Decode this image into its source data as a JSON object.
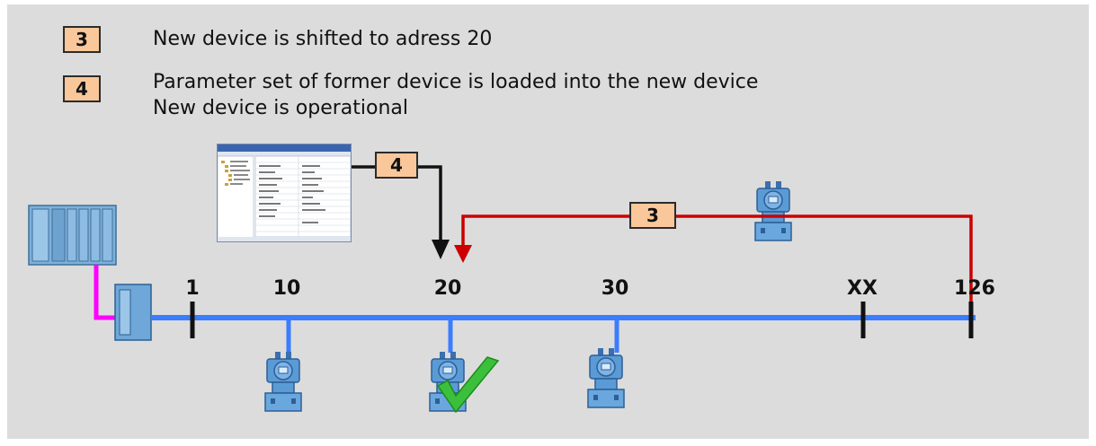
{
  "steps": [
    {
      "number": "3",
      "lines": [
        "New device is shifted to adress 20"
      ]
    },
    {
      "number": "4",
      "lines": [
        "Parameter set of former device is loaded into the new device",
        "New device is operational"
      ]
    }
  ],
  "addresses": [
    "1",
    "10",
    "20",
    "30",
    "XX",
    "126"
  ],
  "flow_badges": {
    "parameter_load": "4",
    "device_shift": "3"
  },
  "colors": {
    "bus": "#3a7dff",
    "plc_link": "#ff00ff",
    "shift_line": "#cc0000",
    "load_line": "#111111",
    "badge_fill": "#f9c79a",
    "device_body": "#5b9bd5",
    "checkmark": "#3cc03c"
  },
  "icons": [
    "plc-rack-icon",
    "bus-coupler-icon",
    "field-device-icon",
    "checkmark-icon",
    "software-window-icon"
  ]
}
